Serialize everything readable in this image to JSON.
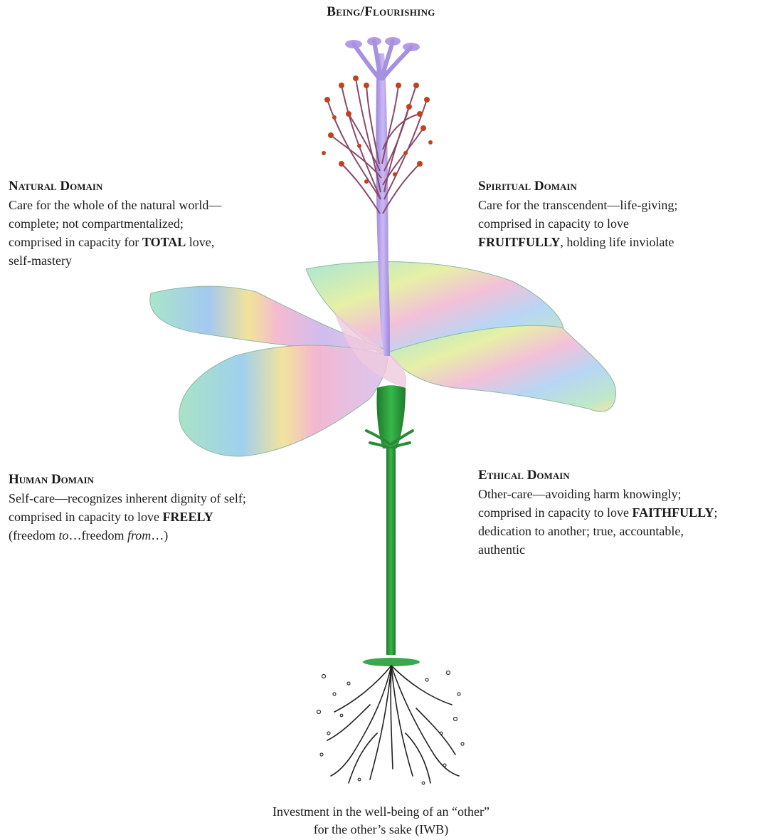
{
  "title": "Being/Flourishing",
  "domains": {
    "natural": {
      "title": "Natural Domain",
      "line1": "Care for the whole of the natural world—",
      "line2": "complete; not compartmentalized;",
      "line3_pre": "comprised in capacity for ",
      "line3_bold": "TOTAL",
      "line3_post": " love,",
      "line4": "self-mastery"
    },
    "spiritual": {
      "title": "Spiritual Domain",
      "line1": "Care for the transcendent—life-giving;",
      "line2": "comprised in capacity to love",
      "line3_bold": "FRUITFULLY",
      "line3_post": ", holding life inviolate"
    },
    "human": {
      "title": "Human Domain",
      "line1": "Self-care—recognizes inherent dignity of self;",
      "line2_pre": "comprised in capacity to love ",
      "line2_bold": "FREELY",
      "line3_a": "(freedom ",
      "line3_i1": "to",
      "line3_b": "…freedom ",
      "line3_i2": "from",
      "line3_c": "…)"
    },
    "ethical": {
      "title": "Ethical Domain",
      "line1": "Other-care—avoiding harm knowingly;",
      "line2_pre": "comprised in capacity to love ",
      "line2_bold": "FAITHFULLY",
      "line2_post": ";",
      "line3": "dedication to another; true, accountable,",
      "line4": "authentic"
    }
  },
  "caption": {
    "line1": "Investment in the well-being of an “other”",
    "line2": "for the other’s sake (IWB)"
  },
  "colors": {
    "pistil": "#b49be8",
    "stamen_dot": "#c0421e",
    "stem": "#2a9d3a",
    "petal_gradient": [
      "#a8e6c9",
      "#a4c8f0",
      "#f2e39a",
      "#f4b9d3",
      "#c9b7ef"
    ]
  }
}
